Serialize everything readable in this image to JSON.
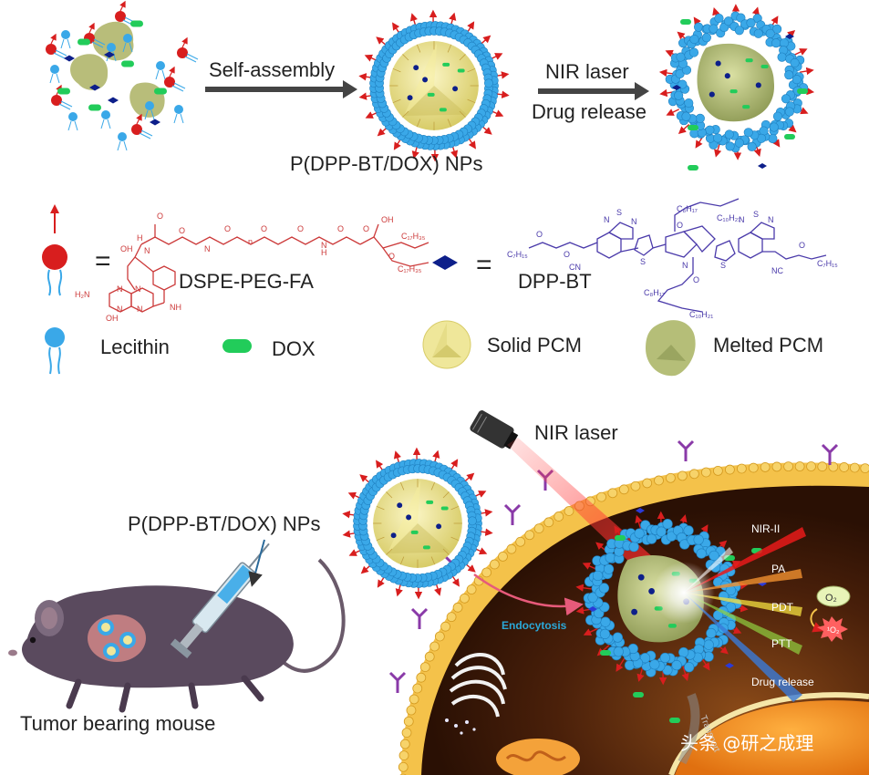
{
  "scheme": {
    "step1_label": "Self-assembly",
    "step2_label_line1": "NIR laser",
    "step2_label_line2": "Drug release",
    "nps_label": "P(DPP-BT/DOX) NPs"
  },
  "legend": {
    "equals": "=",
    "dspe_name": "DSPE-PEG-FA",
    "dpp_name": "DPP-BT",
    "lecithin": "Lecithin",
    "dox": "DOX",
    "solid_pcm": "Solid PCM",
    "melted_pcm": "Melted PCM"
  },
  "dspe_structure": {
    "fragments": [
      "O",
      "OH",
      "H",
      "N",
      "H₂N",
      "OH",
      "O",
      "O",
      "N",
      "O",
      "O",
      "H",
      "N",
      "O",
      "OH",
      "O",
      "C₁₇H₃₅",
      "O",
      "C₁₇H₃₅",
      "N",
      "N",
      "N",
      "N",
      "NH",
      "n"
    ]
  },
  "dpp_structure": {
    "fragments": [
      "C₈H₁₇",
      "C₁₀H₂₁",
      "N",
      "S",
      "N",
      "N",
      "S",
      "N",
      "O",
      "O",
      "C₇H₁₅",
      "CN",
      "N",
      "O",
      "O",
      "S",
      "S",
      "NC",
      "O",
      "C₇H₁₅",
      "C₈H₁₇",
      "C₁₀H₂₁"
    ]
  },
  "bottom": {
    "nir_laser": "NIR laser",
    "nps_label": "P(DPP-BT/DOX) NPs",
    "mouse_label": "Tumor bearing mouse",
    "endocytosis": "Endocytosis",
    "nir_ii": "NIR-II",
    "pa": "PA",
    "pdt": "PDT",
    "ptt": "PTT",
    "o2": "O₂",
    "singlet_o2": "¹O₂",
    "drug_release": "Drug release",
    "transport": "Transport",
    "watermark": "头条 @研之成理"
  },
  "colors": {
    "lecithin_blue": "#3aa8e8",
    "dspe_red": "#d81e1e",
    "dox_green": "#22cc5a",
    "dpp_navy": "#0d1f8a",
    "pcm_yellow": "#efe79a",
    "melted_pcm": "#b5be78",
    "cell_membrane": "#f4c24a",
    "cytoplasm": "#5a2a10",
    "chem_red": "#cc3a3a",
    "chem_purple": "#4a3aaa"
  }
}
